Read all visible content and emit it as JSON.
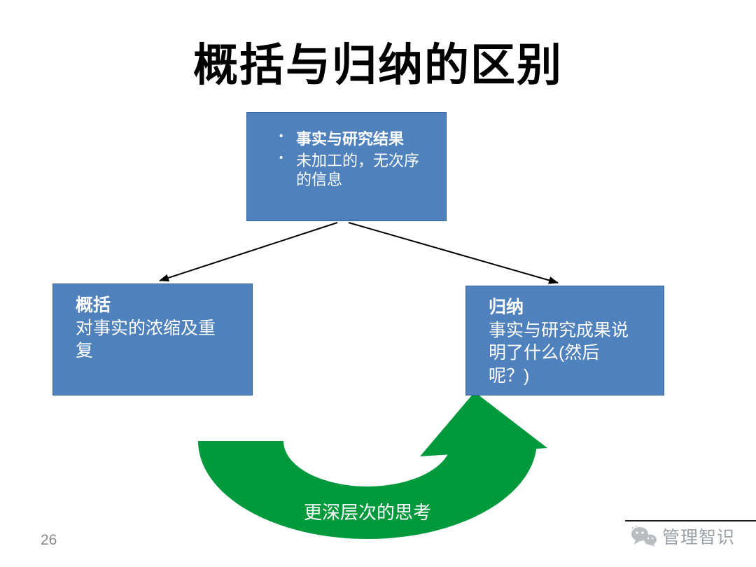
{
  "page": {
    "title": "概括与归纳的区别",
    "page_number": "26"
  },
  "top_box": {
    "bullet1": "事实与研究结果",
    "bullet2": "未加工的，无次序的信息"
  },
  "left_box": {
    "heading": "概括",
    "body": "对事实的浓缩及重复"
  },
  "right_box": {
    "heading": "归纳",
    "body": "事实与研究成果说明了什么(然后呢？)"
  },
  "green_arrow": {
    "label": "更深层次的思考"
  },
  "footer": {
    "watermark": "管理智识"
  },
  "colors": {
    "box_fill": "#4f81bd",
    "box_border": "#38619c",
    "arrow_green": "#009a3c",
    "connector_black": "#000000",
    "footer_gray": "#9aa0a6"
  }
}
